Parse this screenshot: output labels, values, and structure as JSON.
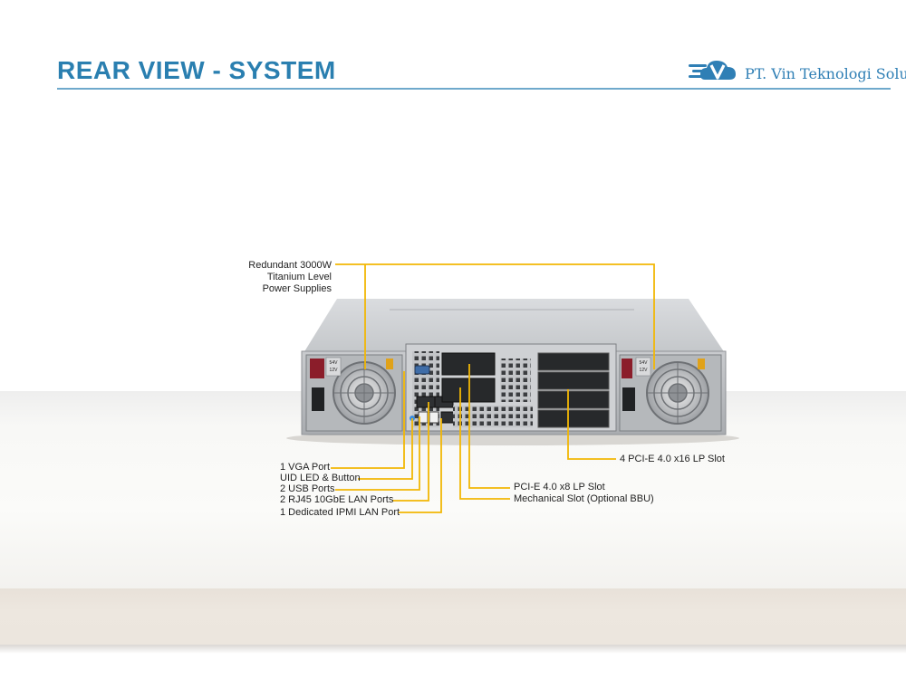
{
  "header": {
    "title": "REAR VIEW - SYSTEM",
    "company": "PT. Vin Teknologi Solusi",
    "logo_icon": "cloud-v-logo-icon"
  },
  "psu_labels": {
    "left": "12V",
    "left_top": "54V",
    "right": "12V",
    "right_top": "54V"
  },
  "callouts": {
    "power_supplies": {
      "line1": "Redundant 3000W",
      "line2": "Titanium Level",
      "line3": "Power Supplies"
    },
    "vga": "1 VGA Port",
    "uid": "UID LED & Button",
    "usb": "2 USB Ports",
    "lan": "2 RJ45 10GbE LAN Ports",
    "ipmi": "1 Dedicated IPMI LAN Port",
    "pcie_x8": "PCI-E 4.0 x8 LP Slot",
    "mech_slot": "Mechanical Slot (Optional BBU)",
    "pcie_x16": "4 PCI-E 4.0 x16 LP Slot"
  },
  "colors": {
    "title": "#2a7fb0",
    "callout_line": "#f2b705",
    "chassis": "#b9bcbf"
  }
}
